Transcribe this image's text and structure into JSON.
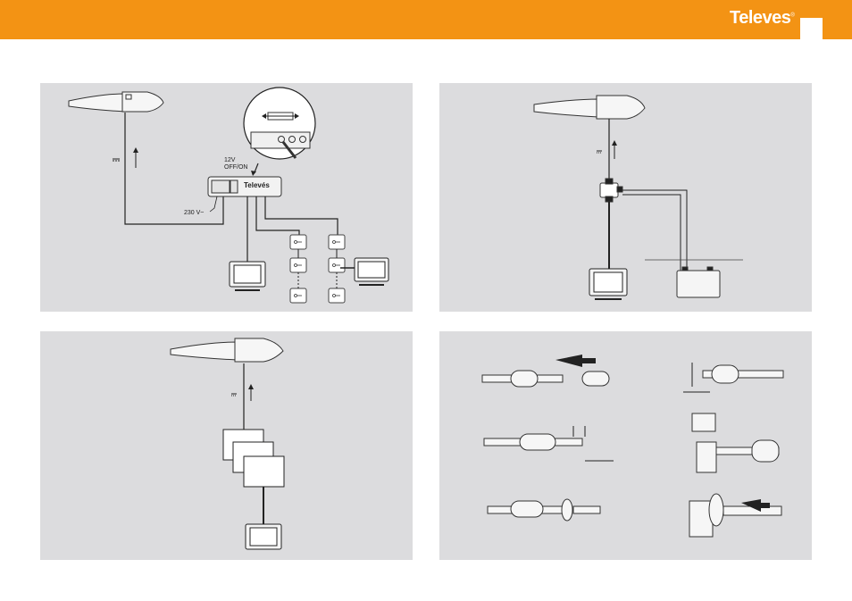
{
  "brand": {
    "logo_text": "Televes",
    "trademark": "®"
  },
  "colors": {
    "header": "#f39314",
    "panel": "#dcdcde"
  },
  "diagram1": {
    "supply_voltage": "12V",
    "switch_label": "OFF/ON",
    "mains_voltage": "230 V~",
    "unit_brand": "Televés",
    "dc_symbol": "⎓"
  },
  "diagram2": {
    "dc_symbol": "⎓"
  },
  "diagram3": {
    "dc_symbol": "⎓"
  }
}
